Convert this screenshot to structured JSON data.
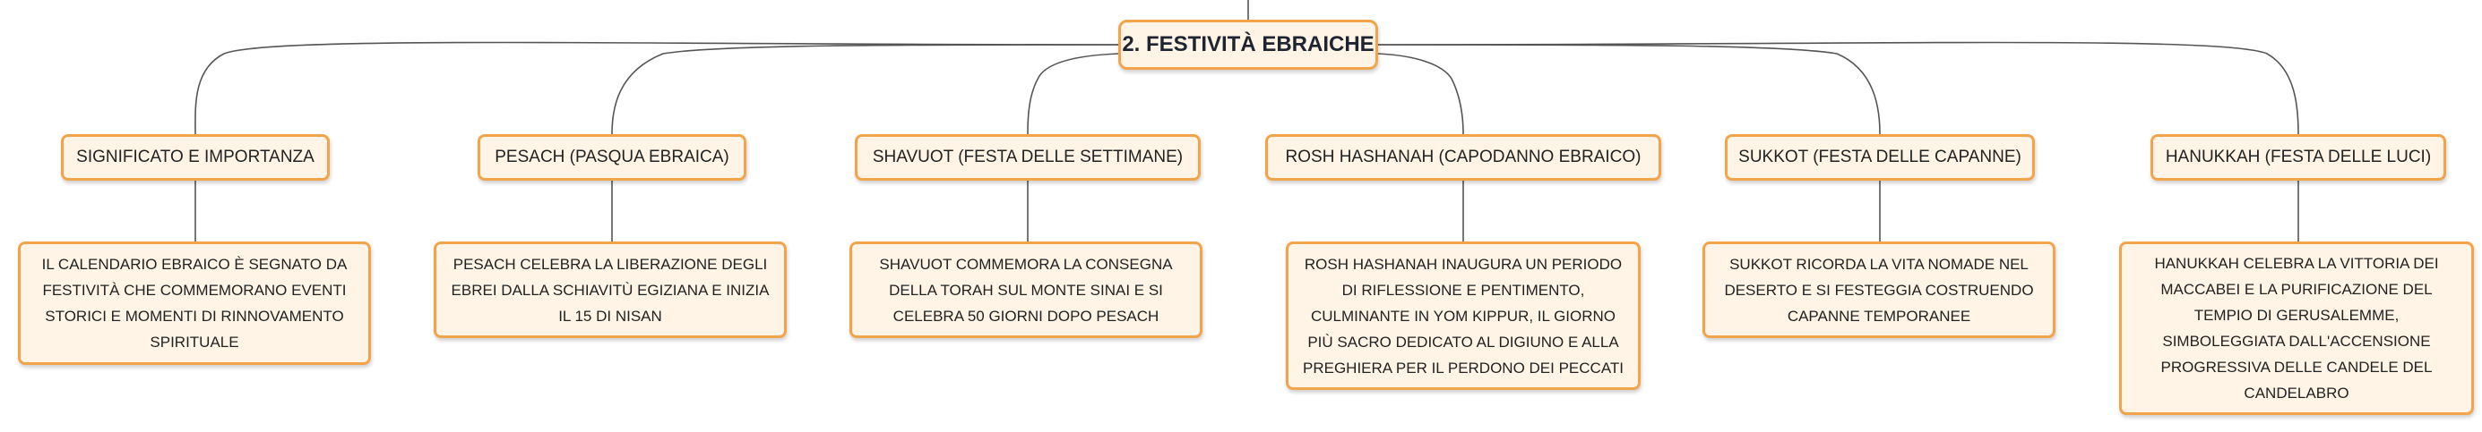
{
  "colors": {
    "node_fill": "#fff4e6",
    "node_border": "#f3a44b",
    "connector": "#555555"
  },
  "root": {
    "label": "2. FESTIVITÀ EBRAICHE"
  },
  "branches": [
    {
      "title": "SIGNIFICATO E IMPORTANZA",
      "detail": "IL CALENDARIO EBRAICO È SEGNATO DA FESTIVITÀ CHE COMMEMORANO EVENTI STORICI E MOMENTI DI RINNOVAMENTO SPIRITUALE"
    },
    {
      "title": "PESACH (PASQUA EBRAICA)",
      "detail": "PESACH CELEBRA LA LIBERAZIONE DEGLI EBREI DALLA SCHIAVITÙ EGIZIANA E INIZIA IL 15 DI NISAN"
    },
    {
      "title": "SHAVUOT (FESTA DELLE SETTIMANE)",
      "detail": "SHAVUOT COMMEMORA LA CONSEGNA DELLA TORAH SUL MONTE SINAI E SI CELEBRA 50 GIORNI DOPO PESACH"
    },
    {
      "title": "ROSH HASHANAH (CAPODANNO EBRAICO)",
      "detail": "ROSH HASHANAH INAUGURA UN PERIODO DI RIFLESSIONE E PENTIMENTO, CULMINANTE IN YOM KIPPUR, IL GIORNO PIÙ SACRO DEDICATO AL DIGIUNO E ALLA PREGHIERA PER IL PERDONO DEI PECCATI"
    },
    {
      "title": "SUKKOT (FESTA DELLE CAPANNE)",
      "detail": "SUKKOT RICORDA LA VITA NOMADE NEL DESERTO E SI FESTEGGIA COSTRUENDO CAPANNE TEMPORANEE"
    },
    {
      "title": "HANUKKAH (FESTA DELLE LUCI)",
      "detail": "HANUKKAH CELEBRA LA VITTORIA DEI MACCABEI E LA PURIFICAZIONE DEL TEMPIO DI GERUSALEMME, SIMBOLEGGIATA DALL'ACCENSIONE PROGRESSIVA DELLE CANDELE DEL CANDELABRO"
    }
  ]
}
